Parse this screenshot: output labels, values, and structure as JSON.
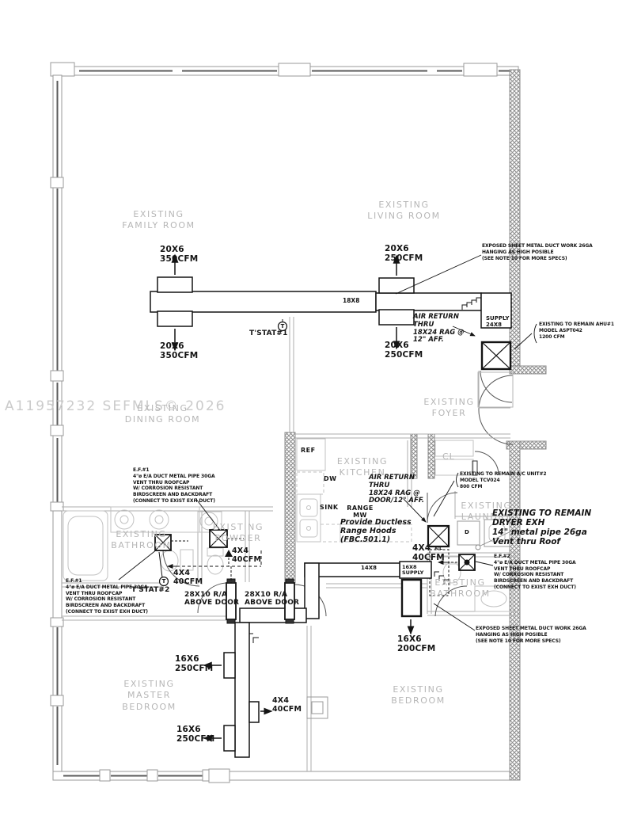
{
  "watermark": "A11957232 SEFMLS© 2026",
  "rooms": {
    "family": "EXISTING\nFAMILY ROOM",
    "living": "EXISTING\nLIVING ROOM",
    "dining": "EXISTING\nDINING ROOM",
    "foyer": "EXISTING\nFOYER",
    "kitchen": "EXISTING\nKITCHEN",
    "laundry": "EXISTING\nLAUNDRY",
    "bath_left": "EXISTING\nBATHROOM",
    "powder": "EXISTING\nPOWDER",
    "bath_right": "EXISTING\nBATHROOM",
    "master": "EXISTING\nMASTER\nBEDROOM",
    "bedroom": "EXISTING\nBEDROOM",
    "closet": "CL"
  },
  "fixtures": {
    "ref": "REF",
    "dw": "DW",
    "sink": "SINK",
    "range": "RANGE\nMW",
    "dryer": "D",
    "ac": "A/C"
  },
  "thermostats": {
    "t1": "T'STAT#1",
    "t2": "T'STAT#2",
    "symbol1": "T",
    "symbol2": "T"
  },
  "supply": {
    "family_top": "20X6\n350CFM",
    "family_bottom": "20X6\n350CFM",
    "living_top": "20X6\n250CFM",
    "living_bottom": "20X6\n250CFM",
    "trunk": "18X8",
    "supply_24x8": "SUPPLY\n24X8",
    "supply_16x8": "16X8\nSUPPLY",
    "duct_14x8": "14X8",
    "master_top": "16X6\n250CFM",
    "master_bottom": "16X6\n250CFM",
    "bedroom": "16X6\n200CFM",
    "flex_powder": "4X4\n40CFM",
    "flex_bath": "4X4\n40CFM",
    "flex_kitchen": "4X4\n40CFM",
    "flex_master": "4X4\n40CFM",
    "return_grille_1": "28X10 R/A\nABOVE DOOR",
    "return_grille_2": "28X10 R/A\nABOVE DOOR"
  },
  "notes": {
    "exposed_duct_1": "EXPOSED SHEET METAL DUCT WORK 26GA\nHANGING AS HIGH POSIBLE\n(SEE NOTE 10 FOR MORE SPECS)",
    "exposed_duct_2": "EXPOSED SHEET METAL DUCT WORK 26GA\nHANGING AS HIGH POSIBLE\n(SEE NOTE 10 FOR MORE SPECS)",
    "ahu1": "EXISTING TO REMAIN AHU#1\nMODEL ASPT042\n1200 CFM",
    "ac_unit2": "EXISTING TO REMAIN A/C UNIT#2\nMODEL TCV024\n800 CFM",
    "air_return_1": "AIR RETURN THRU\n18X24 RAG @ 12\" AFF.",
    "air_return_2": "AIR RETURN THRU\n18X24 RAG @\nDOOR/12\" AFF.",
    "range_hoods": "Provide Ductless\nRange Hoods\n(FBC.501.1)",
    "dryer_exh": "EXISTING TO REMAIN\nDRYER EXH\n14\" metal pipe 26ga\nVent thru Roof",
    "ef_top": "E.F.#1\n4\"ø E/A DUCT METAL PIPE 30GA\nVENT THRU ROOFCAP\nW/ CORROSION RESISTANT\nBIRDSCREEN AND BACKDRAFT\n(CONNECT TO EXIST EXH DUCT)",
    "ef_bottom": "E.F.#1\n4\"ø E/A DUCT METAL PIPE 30GA\nVENT THRU ROOFCAP\nW/ CORROSION RESISTANT\nBIRDSCREEN AND BACKDRAFT\n(CONNECT TO EXIST EXH DUCT)",
    "ef_right": "E.F.#2\n4\"ø E/A DUCT METAL PIPE 30GA\nVENT THRU ROOFCAP\nW/ CORROSION RESISTANT\nBIRDSCREEN AND BACKDRAFT\n(CONNECT TO EXIST EXH DUCT)"
  },
  "colors": {
    "line": "#141414",
    "wall": "#9a9a9a",
    "room_text": "#b6b6b6",
    "watermark": "#cbcbcb"
  }
}
